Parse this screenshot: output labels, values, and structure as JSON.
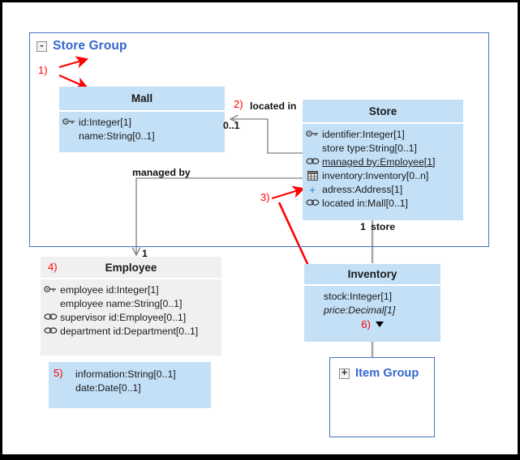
{
  "diagram": {
    "title": "UML class diagram - Store Group",
    "colors": {
      "class_fill_blue": "#c3e0f7",
      "class_fill_gray": "#f0f0f0",
      "group_border": "#4472c4",
      "group_title": "#3366cc",
      "annotation_red": "#ff0000",
      "connector_gray": "#808080",
      "plus_blue": "#5b9bd5"
    }
  },
  "store_group": {
    "title": "Store Group",
    "collapse_toggle": "-"
  },
  "item_group": {
    "title": "Item Group",
    "expand_toggle": "+"
  },
  "classes": {
    "mall": {
      "name": "Mall",
      "attributes": [
        {
          "icon": "key-icon",
          "text": "id:Integer[1]",
          "style": "plain"
        },
        {
          "icon": "none",
          "text": "name:String[0..1]",
          "style": "plain"
        }
      ]
    },
    "store": {
      "name": "Store",
      "attributes": [
        {
          "icon": "key-icon",
          "text": "identifier:Integer[1]",
          "style": "plain"
        },
        {
          "icon": "none",
          "text": "store type:String[0..1]",
          "style": "plain"
        },
        {
          "icon": "chain-icon",
          "text": "managed by:Employee[1]",
          "style": "underline"
        },
        {
          "icon": "table-icon",
          "text": "inventory:Inventory[0..n]",
          "style": "plain"
        },
        {
          "icon": "plus-icon",
          "text": "adress:Address[1]",
          "style": "plain"
        },
        {
          "icon": "chain-icon",
          "text": "located in:Mall[0..1]",
          "style": "plain"
        }
      ]
    },
    "employee": {
      "name": "Employee",
      "attributes": [
        {
          "icon": "key-icon",
          "text": "employee id:Integer[1]",
          "style": "plain"
        },
        {
          "icon": "none",
          "text": "employee name:String[0..1]",
          "style": "plain"
        },
        {
          "icon": "chain-icon",
          "text": "supervisor id:Employee[0..1]",
          "style": "plain"
        },
        {
          "icon": "chain-icon",
          "text": "department id:Department[0..1]",
          "style": "plain"
        }
      ]
    },
    "inventory": {
      "name": "Inventory",
      "attributes": [
        {
          "icon": "none",
          "text": "stock:Integer[1]",
          "style": "plain"
        },
        {
          "icon": "none",
          "text": "price:Decimal[1]",
          "style": "italic"
        }
      ]
    }
  },
  "note": {
    "lines": [
      "information:String[0..1]",
      "date:Date[0..1]"
    ]
  },
  "connector_labels": {
    "located_in": "located in",
    "located_in_multiplicity": "0..1",
    "managed_by": "managed by",
    "managed_by_multiplicity": "1",
    "store_multiplicity": "1",
    "store_role": "store"
  },
  "annotations": {
    "a1": "1)",
    "a2": "2)",
    "a3": "3)",
    "a4": "4)",
    "a5": "5)",
    "a6": "6)"
  }
}
